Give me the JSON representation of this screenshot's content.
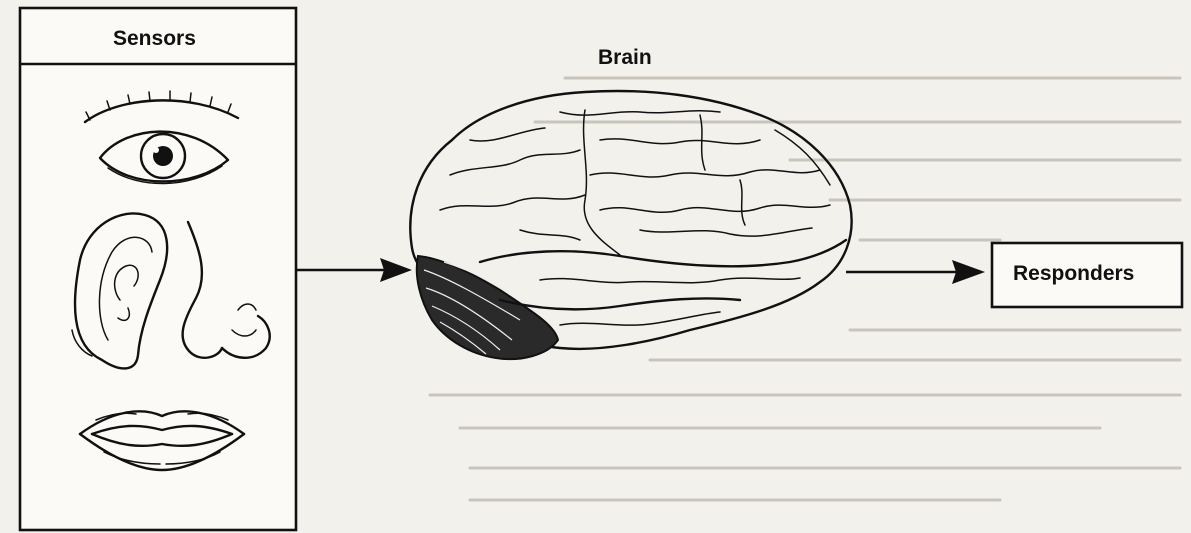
{
  "diagram": {
    "sensors_label": "Sensors",
    "brain_label": "Brain",
    "responders_label": "Responders",
    "sensor_icons": [
      "eye-icon",
      "ear-icon",
      "nose-icon",
      "mouth-icon"
    ],
    "brain_icon": "brain-icon",
    "flow": [
      "Sensors",
      "Brain",
      "Responders"
    ]
  }
}
